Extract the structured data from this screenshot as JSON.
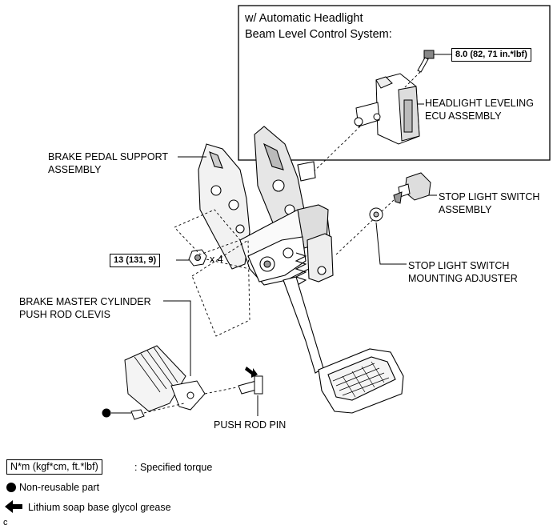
{
  "inset": {
    "title_line1": "w/ Automatic Headlight",
    "title_line2": "Beam Level Control System:",
    "bolt_torque": "8.0 (82, 71 in.*lbf)",
    "ecu_label_line1": "HEADLIGHT LEVELING",
    "ecu_label_line2": "ECU ASSEMBLY"
  },
  "labels": {
    "support_line1": "BRAKE PEDAL SUPPORT",
    "support_line2": "ASSEMBLY",
    "stop_switch_line1": "STOP LIGHT SWITCH",
    "stop_switch_line2": "ASSEMBLY",
    "adjuster_line1": "STOP LIGHT SWITCH",
    "adjuster_line2": "MOUNTING ADJUSTER",
    "nut_torque": "13 (131, 9)",
    "nut_count": "x 4",
    "clevis_line1": "BRAKE MASTER CYLINDER",
    "clevis_line2": "PUSH ROD CLEVIS",
    "push_rod_pin": "PUSH ROD PIN"
  },
  "legend": {
    "torque_box": "N*m (kgf*cm, ft.*lbf)",
    "torque_desc": ": Specified torque",
    "nonreusable": "Non-reusable part",
    "grease": "Lithium soap base glycol grease"
  },
  "footer_letter": "c"
}
